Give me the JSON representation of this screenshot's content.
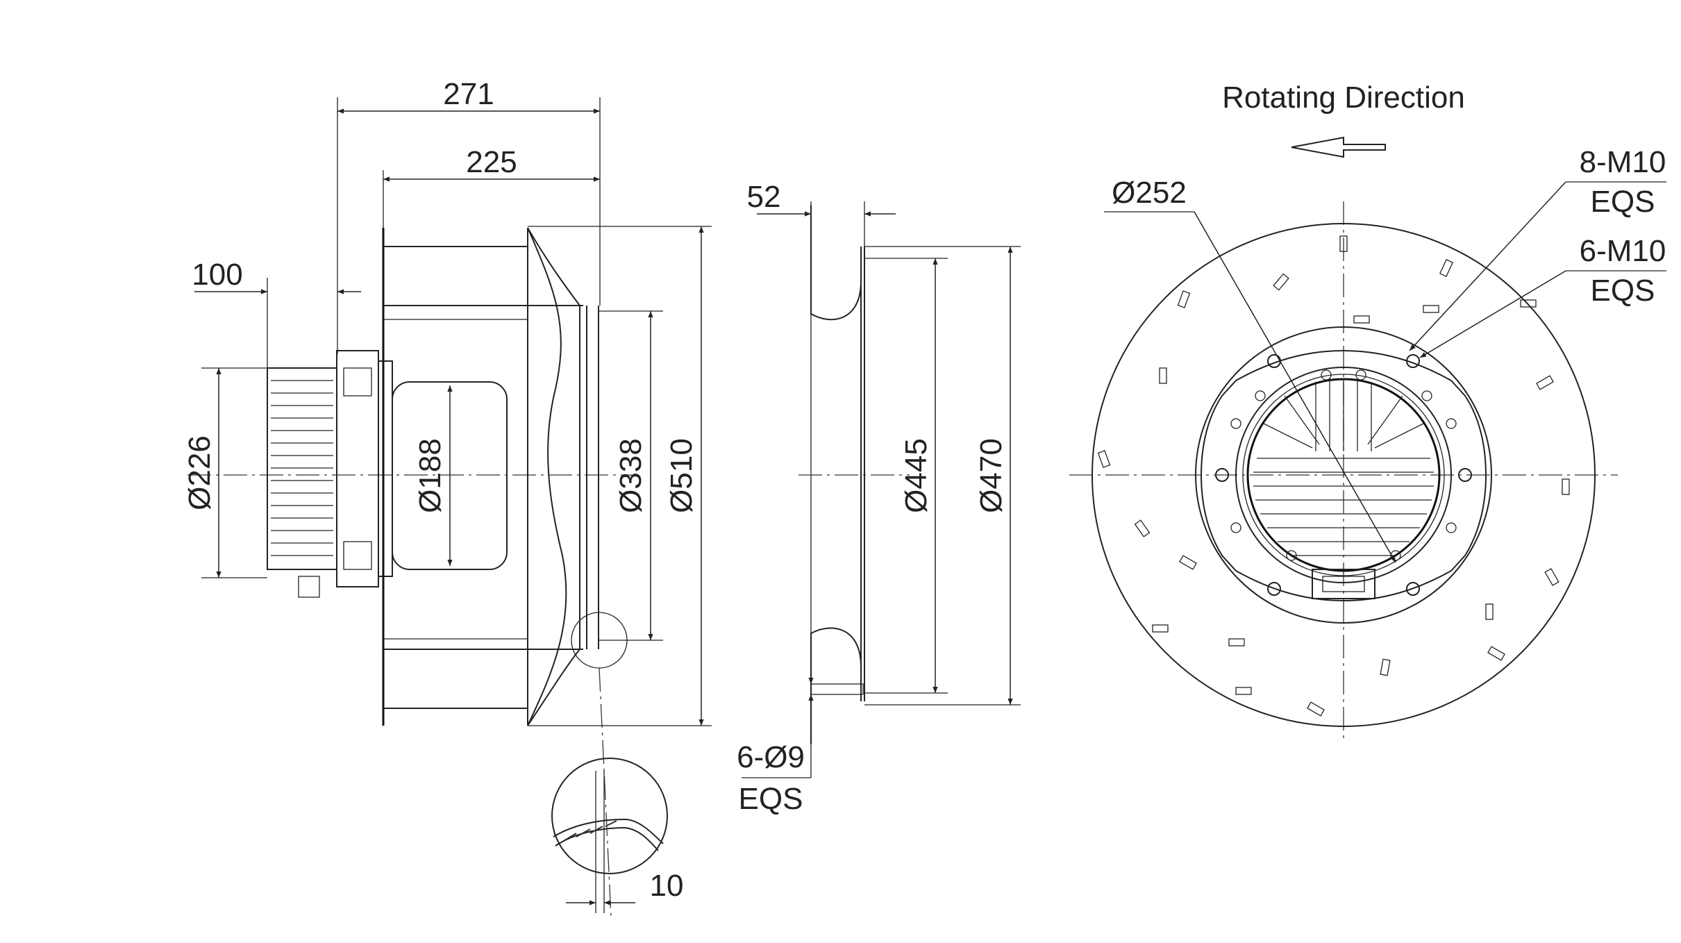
{
  "labels": {
    "dim_271": "271",
    "dim_225": "225",
    "dim_100": "100",
    "dim_d226": "Ø226",
    "dim_d188": "Ø188",
    "dim_d338": "Ø338",
    "dim_d510": "Ø510",
    "dim_10": "10",
    "dim_52": "52",
    "dim_d445": "Ø445",
    "dim_d470": "Ø470",
    "holes_inlet": "6-Ø9",
    "holes_inlet_eqs": "EQS",
    "rotating_direction": "Rotating Direction",
    "dim_d252": "Ø252",
    "holes_8m10": "8-M10",
    "holes_8m10_eqs": "EQS",
    "holes_6m10": "6-M10",
    "holes_6m10_eqs": "EQS"
  },
  "colors": {
    "line": "#222222",
    "background": "#ffffff"
  }
}
